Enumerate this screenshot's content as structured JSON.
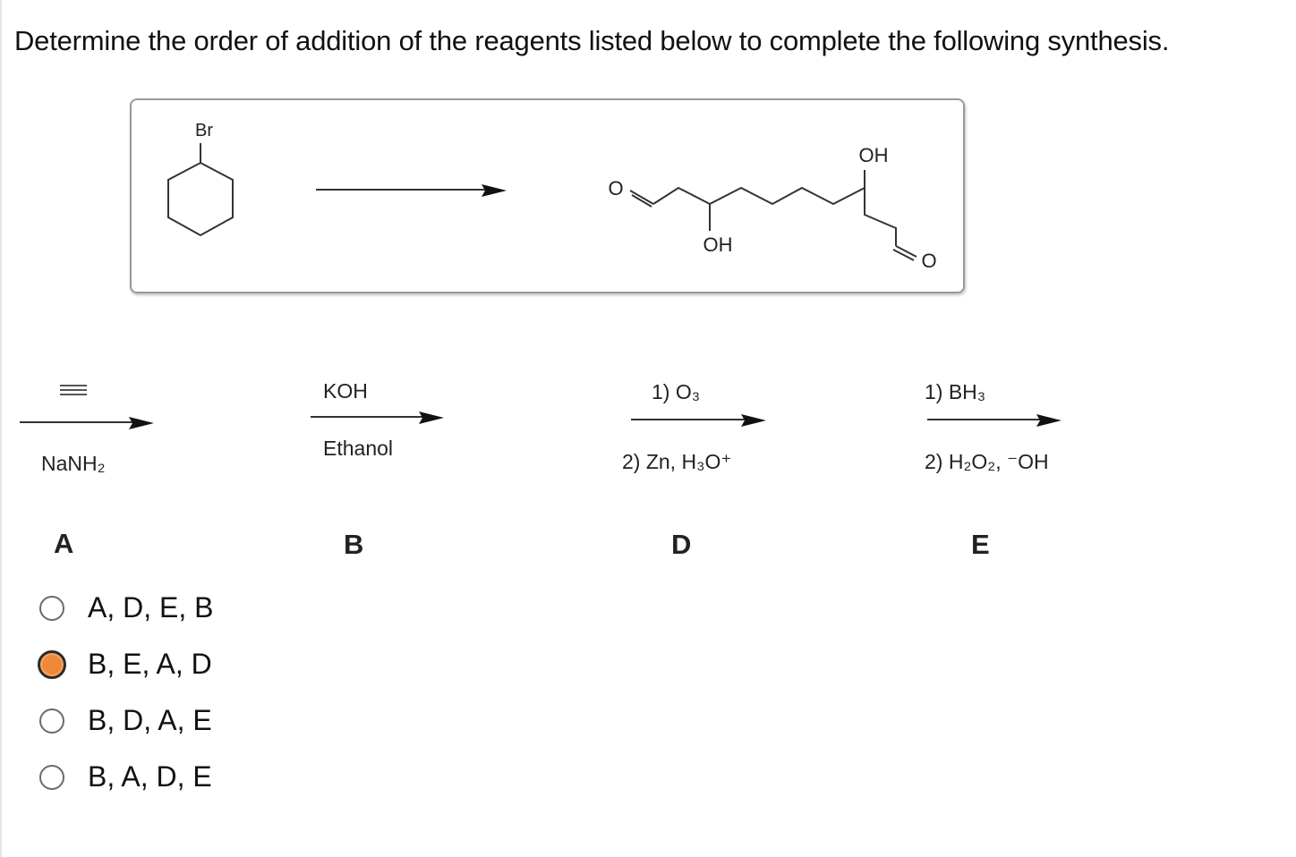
{
  "question": "Determine the order of addition of the reagents listed below to complete the following synthesis.",
  "scheme": {
    "start_label": "Br",
    "product_labels": {
      "o_left": "O",
      "oh_top": "OH",
      "oh_bottom": "OH",
      "o_right": "O"
    }
  },
  "reagents": [
    {
      "letter": "A",
      "top_label": "≡",
      "bottom_label": "NaNH₂"
    },
    {
      "letter": "B",
      "top_label": "KOH",
      "bottom_label": "Ethanol"
    },
    {
      "letter": "D",
      "top_label": "1) O₃",
      "bottom_label": "2) Zn, H₃O⁺"
    },
    {
      "letter": "E",
      "top_label": "1) BH₃",
      "bottom_label": "2) H₂O₂, ⁻OH"
    }
  ],
  "options": [
    {
      "label": "A, D, E, B",
      "selected": false
    },
    {
      "label": "B, E, A, D",
      "selected": true
    },
    {
      "label": "B, D, A, E",
      "selected": false
    },
    {
      "label": "B, A, D, E",
      "selected": false
    }
  ],
  "colors": {
    "selected_radio": "#f0883a",
    "box_border": "#9a9a9a"
  }
}
